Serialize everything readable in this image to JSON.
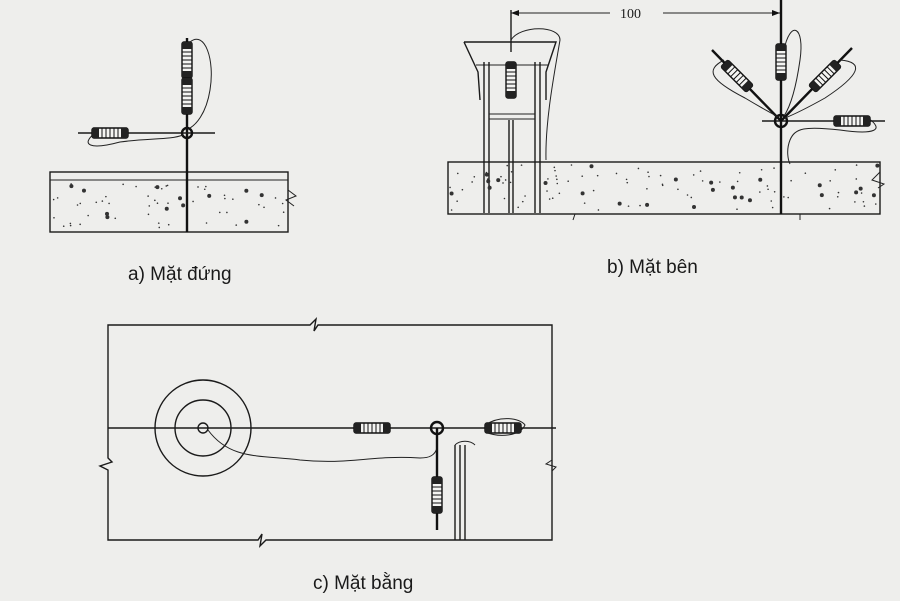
{
  "figure": {
    "views": [
      {
        "id": "a",
        "label": "a) Mặt đứng"
      },
      {
        "id": "b",
        "label": "b) Mặt bên"
      },
      {
        "id": "c",
        "label": "c) Mặt bằng"
      }
    ],
    "dimension_label": "100"
  }
}
